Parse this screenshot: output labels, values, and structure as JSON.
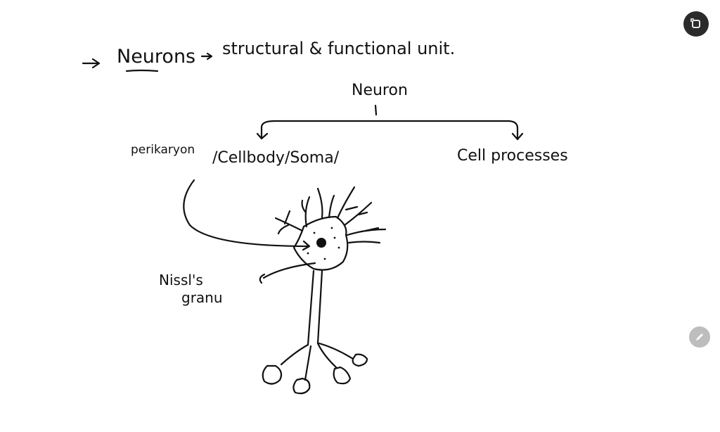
{
  "notes": {
    "heading": {
      "term": "Neurons",
      "rest": "structural & functional unit."
    },
    "tree_root": "Neuron",
    "branch_left": "/Cellbody/Soma/",
    "branch_left_alias": "perikaryon",
    "branch_right": "Cell processes",
    "label_nissl_1": "Nissl's",
    "label_nissl_2": "granu"
  },
  "toolbar": {
    "exit_icon": "exit-fullscreen-icon",
    "pen_icon": "pen-icon"
  },
  "colors": {
    "ink": "#111111",
    "button_dark": "#2b2b2b",
    "button_grey": "#bdbdbd"
  }
}
